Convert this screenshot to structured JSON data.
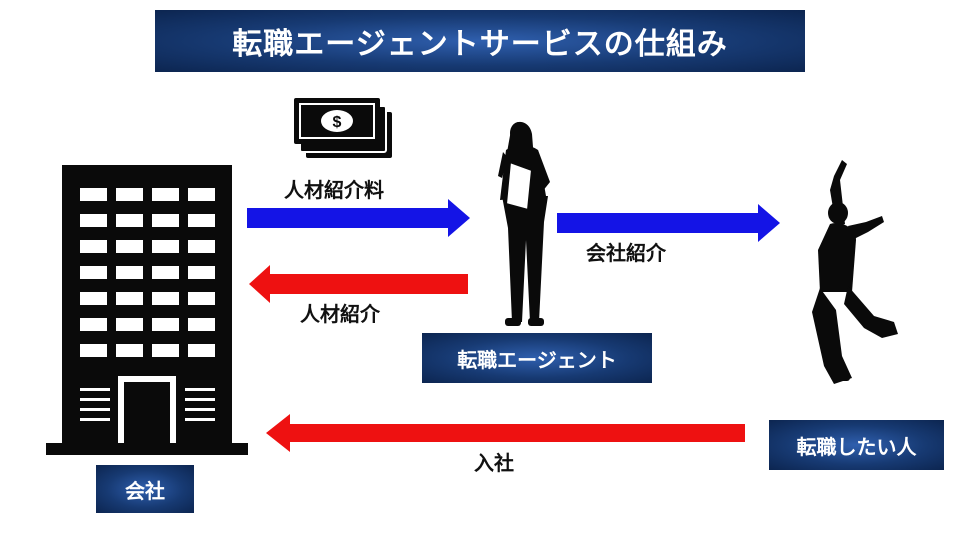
{
  "title": "転職エージェントサービスの仕組み",
  "nodes": {
    "agent": "転職エージェント",
    "job_seeker": "転職したい人",
    "company": "会社"
  },
  "flows": {
    "placement_fee": "人材紹介料",
    "company_introduction": "会社紹介",
    "talent_introduction": "人材紹介",
    "joining": "入社"
  },
  "icons": [
    "office-building-icon",
    "money-stack-icon",
    "agent-woman-icon",
    "jumping-person-icon"
  ],
  "colors": {
    "box": "#173a73",
    "arrow_blue": "#1414e6",
    "arrow_red": "#ee1111",
    "silhouette": "#0a0a0a"
  }
}
